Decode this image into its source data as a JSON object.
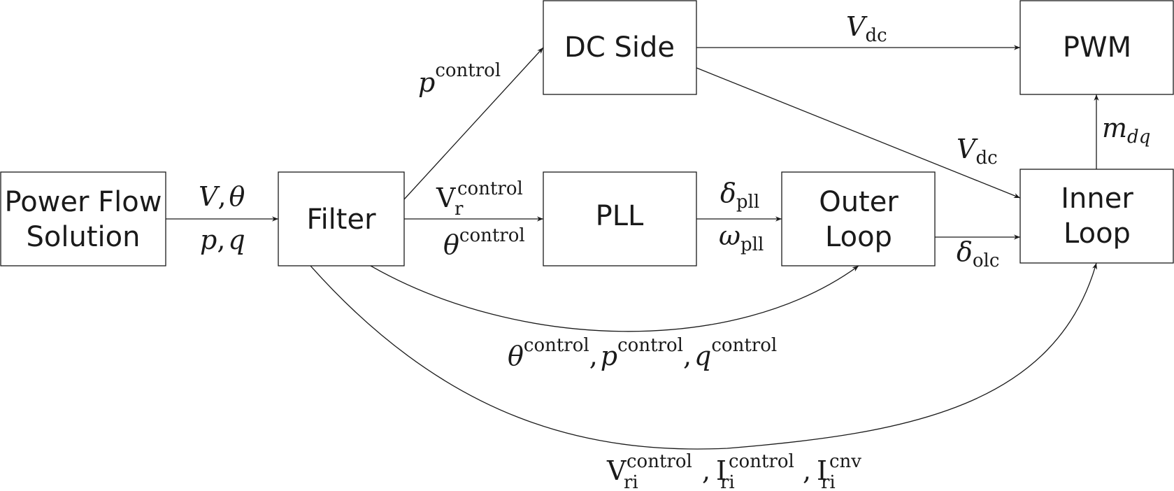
{
  "blocks": {
    "power_flow": {
      "line1": "Power Flow",
      "line2": "Solution"
    },
    "filter": {
      "label": "Filter"
    },
    "dc_side": {
      "label": "DC Side"
    },
    "pll": {
      "label": "PLL"
    },
    "outer_loop": {
      "line1": "Outer",
      "line2": "Loop"
    },
    "pwm": {
      "label": "PWM"
    },
    "inner_loop": {
      "line1": "Inner",
      "line2": "Loop"
    }
  },
  "signals": {
    "pf_to_filter": {
      "top_v": "V",
      "top_comma": ",",
      "top_theta": "θ",
      "bot_p": "p",
      "bot_comma": ",",
      "bot_q": "q"
    },
    "filter_to_dc": {
      "sym": "p",
      "sup": "control"
    },
    "filter_to_pll": {
      "v_sym": "V",
      "v_sup": "control",
      "v_sub": "r",
      "theta_sym": "θ",
      "theta_sup": "control"
    },
    "dc_to_pwm": {
      "sym": "V",
      "sub": "dc"
    },
    "dc_to_inner": {
      "sym": "V",
      "sub": "dc"
    },
    "pll_to_outer": {
      "delta_sym": "δ",
      "delta_sub": "pll",
      "omega_sym": "ω",
      "omega_sub": "pll"
    },
    "outer_to_inner": {
      "sym": "δ",
      "sub": "olc"
    },
    "inner_to_pwm": {
      "sym": "m",
      "sub": "dq"
    },
    "filter_to_outer": {
      "t1_sym": "θ",
      "t1_sup": "control",
      "c1": ",",
      "t2_sym": "p",
      "t2_sup": "control",
      "c2": ",",
      "t3_sym": "q",
      "t3_sup": "control"
    },
    "filter_to_inner": {
      "t1_sym": "V",
      "t1_sup": "control",
      "t1_sub": "ri",
      "c1": ",",
      "t2_sym": "I",
      "t2_sup": "control",
      "t2_sub": "ri",
      "c2": ",",
      "t3_sym": "I",
      "t3_sup": "cnv",
      "t3_sub": "ri"
    }
  }
}
